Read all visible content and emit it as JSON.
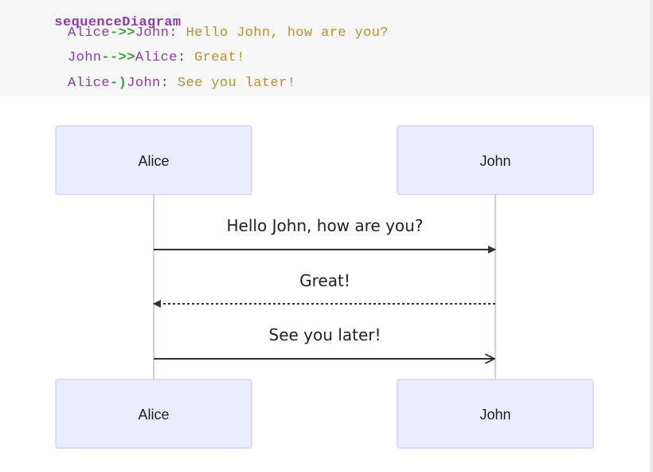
{
  "code": {
    "keyword": "sequenceDiagram",
    "lines": [
      {
        "from": "Alice",
        "arrow": "->>",
        "to": "John",
        "colon": ":",
        "message": "Hello John, how are you?"
      },
      {
        "from": "John",
        "arrow": "-->>",
        "to": "Alice",
        "colon": ":",
        "message": "Great!"
      },
      {
        "from": "Alice",
        "arrow": "-)",
        "to": "John",
        "colon": ":",
        "message": "See you later!"
      }
    ]
  },
  "diagram": {
    "participants": [
      "Alice",
      "John"
    ],
    "messages": [
      {
        "from": "Alice",
        "to": "John",
        "text": "Hello John, how are you?",
        "style": "solid",
        "head": "filled"
      },
      {
        "from": "John",
        "to": "Alice",
        "text": "Great!",
        "style": "dotted",
        "head": "filled"
      },
      {
        "from": "Alice",
        "to": "John",
        "text": "See you later!",
        "style": "solid",
        "head": "open"
      }
    ],
    "colors": {
      "actor_fill": "#ececff",
      "actor_border": "#d6d1f5",
      "lifeline": "#d6c8f0",
      "arrow": "#333333",
      "text": "#222222"
    }
  }
}
